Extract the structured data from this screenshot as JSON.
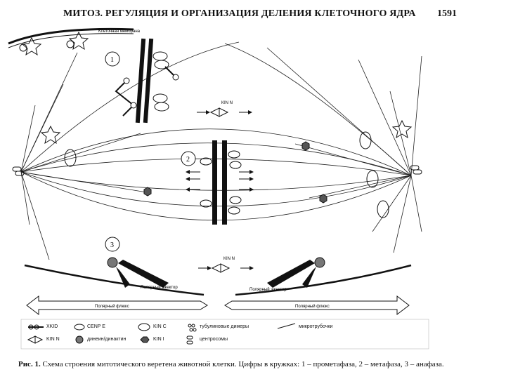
{
  "header": {
    "title": "МИТОЗ. РЕГУЛЯЦИЯ И ОРГАНИЗАЦИЯ ДЕЛЕНИЯ КЛЕТОЧНОГО ЯДРА",
    "page_number": "1591"
  },
  "figure": {
    "labels": {
      "cell_membrane": "Клеточная мембрана",
      "kin_n_top": "KIN N",
      "kin_n_bottom": "KIN N",
      "polar_ejector_left": "Полярный эжектор",
      "polar_ejector_right": "Полярный эжектор",
      "polar_flux_left": "Полярный флюкс",
      "polar_flux_right": "Полярный флюкс"
    },
    "stage_markers": [
      "1",
      "2",
      "3"
    ]
  },
  "legend": {
    "items": [
      {
        "symbol": "xklp-icon",
        "label": "XKID"
      },
      {
        "symbol": "cenp-e-icon",
        "label": "CENP E"
      },
      {
        "symbol": "kin-c-icon",
        "label": "KIN C"
      },
      {
        "symbol": "tubulin-dimer-icon",
        "label": "тубулиновые димеры"
      },
      {
        "symbol": "microtubule-icon",
        "label": "микротрубочки"
      },
      {
        "symbol": "kin-n-icon",
        "label": "KIN N"
      },
      {
        "symbol": "dynein-icon",
        "label": "динеин/динактин"
      },
      {
        "symbol": "kin-i-icon",
        "label": "KIN I"
      },
      {
        "symbol": "centrosome-icon",
        "label": "центросомы"
      }
    ]
  },
  "caption": {
    "prefix": "Рис. 1.",
    "text": "Схема строения митотического веретена животной клетки. Цифры в кружках: 1 – прометафаза, 2 – метафаза, 3 – анафаза."
  }
}
